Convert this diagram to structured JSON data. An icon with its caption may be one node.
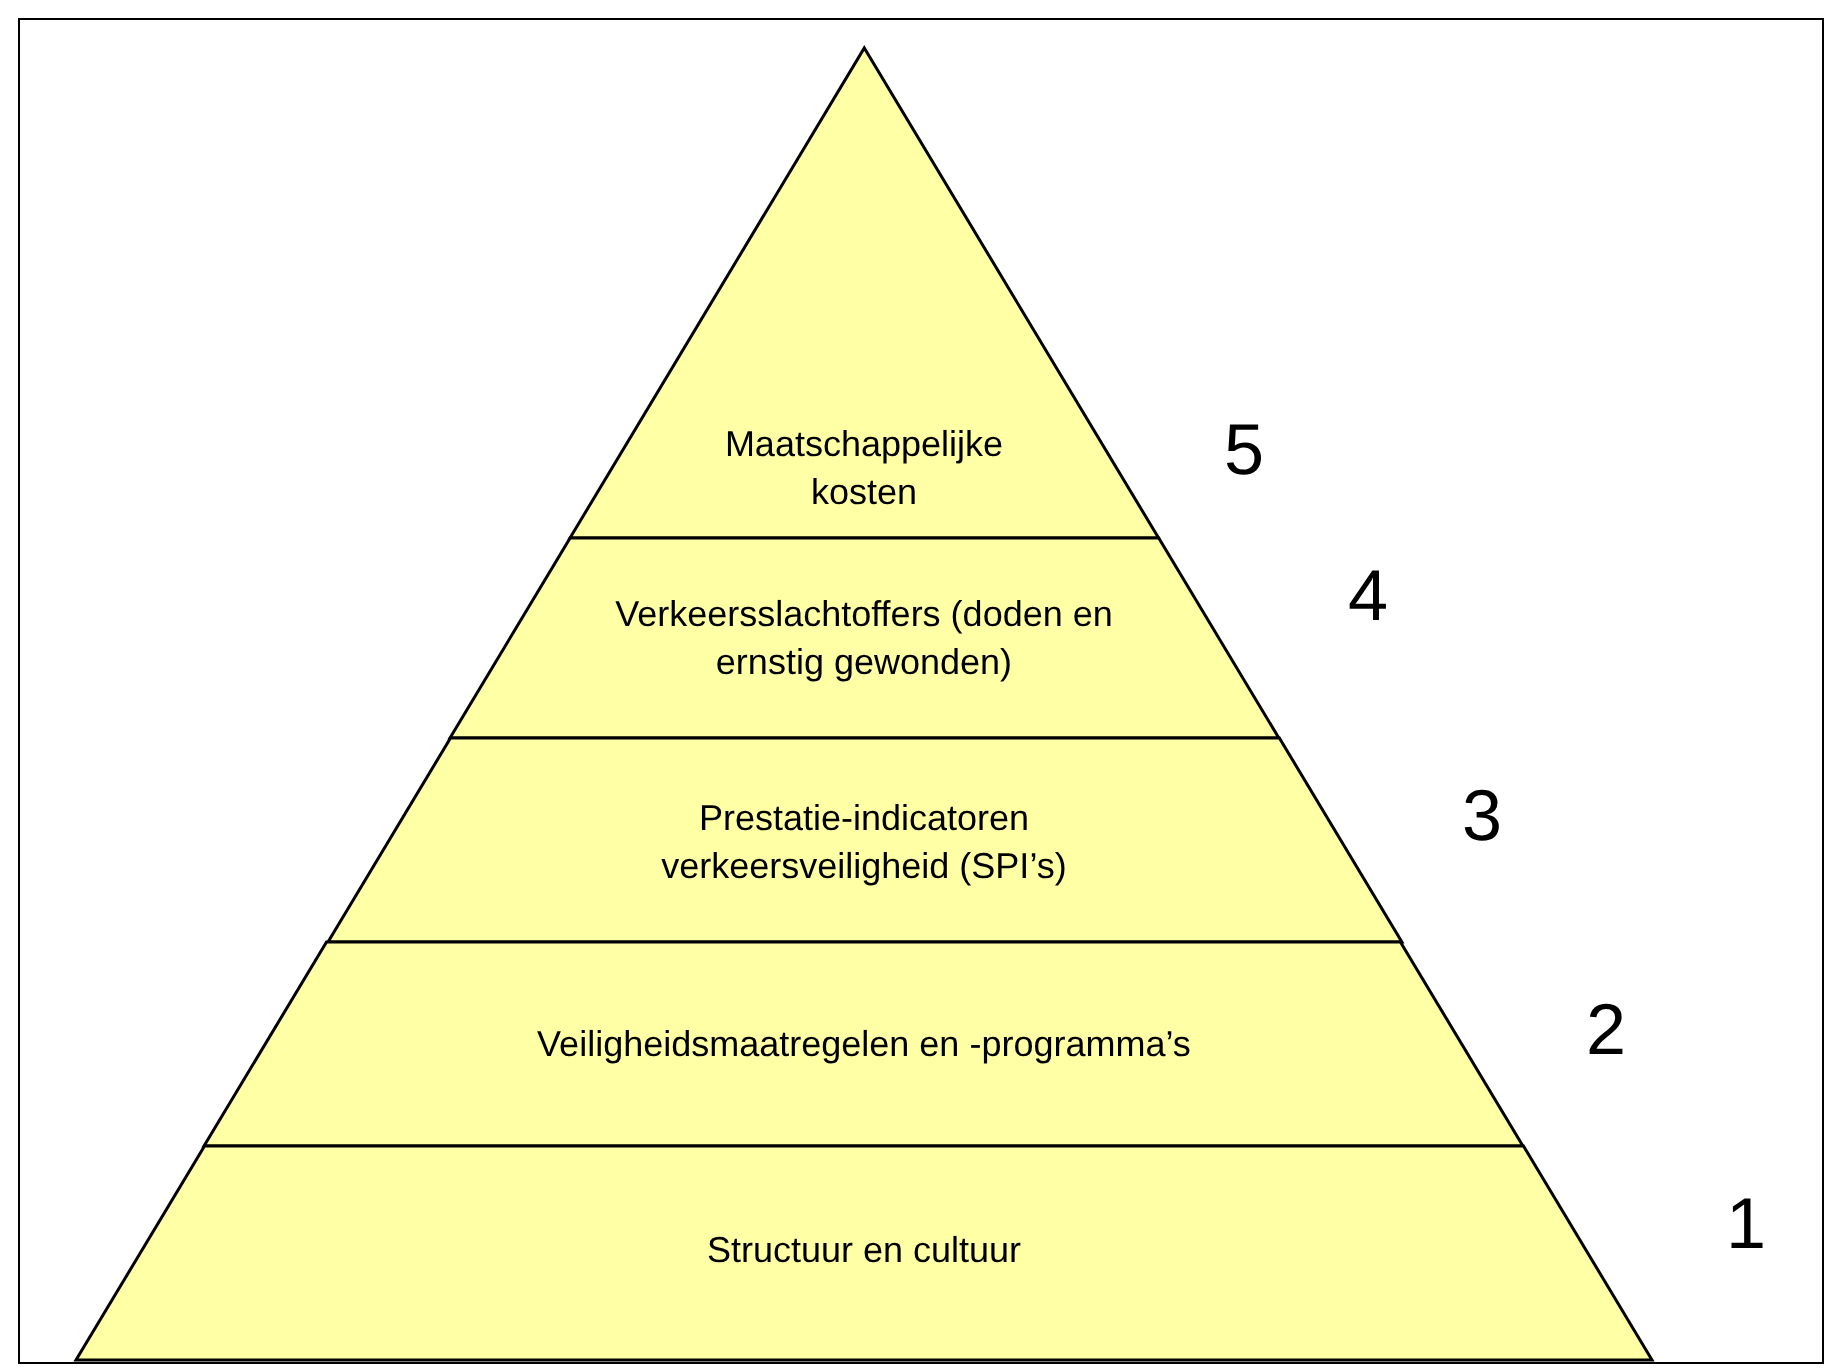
{
  "diagram": {
    "nodes": [
      {
        "text": [
          "Maatschappelijke kosten"
        ],
        "beside": [
          "5"
        ]
      },
      {
        "text": [
          "Verkeersslachtoffers (doden en ernstig gewonden)"
        ],
        "beside": [
          "4"
        ]
      },
      {
        "text": [
          "Prestatie-indicatoren verkeersveiligheid (SPI’s)"
        ],
        "beside": [
          "3"
        ]
      },
      {
        "text": [
          "Veiligheidsmaatregelen en -programma’s"
        ],
        "beside": [
          "2"
        ]
      },
      {
        "text": [
          "Structuur en cultuur"
        ],
        "beside": [
          "1"
        ]
      }
    ]
  }
}
